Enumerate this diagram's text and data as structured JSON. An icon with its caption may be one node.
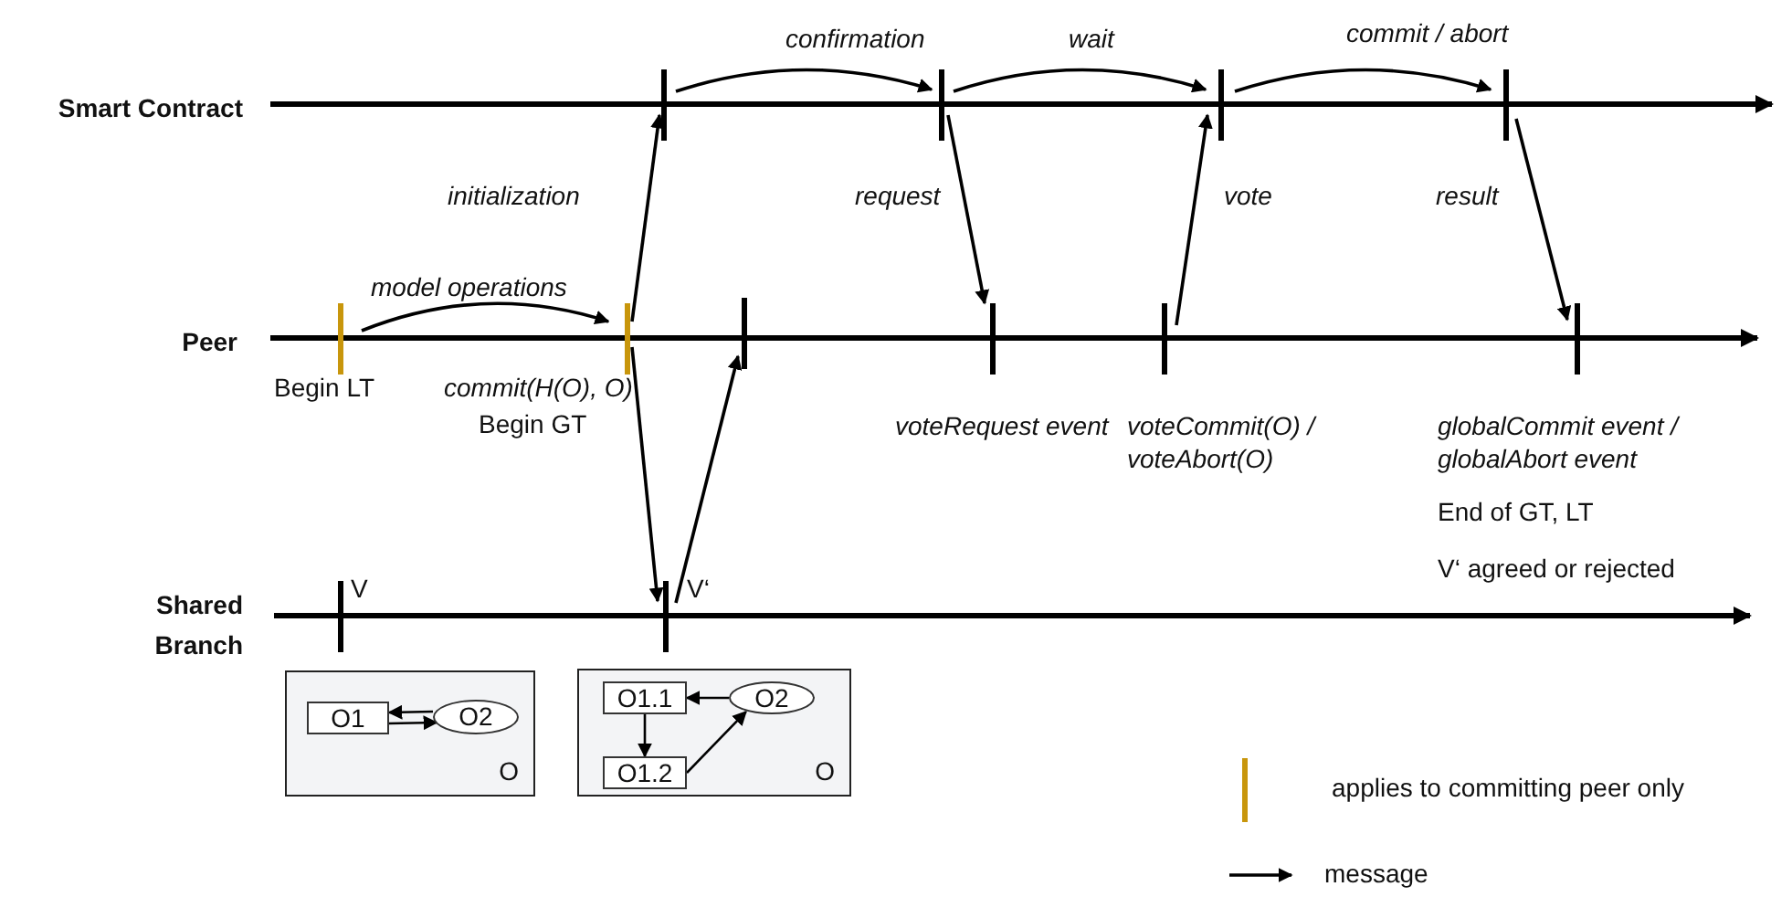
{
  "diagram": {
    "nodes": [
      {
        "text": [],
        "shape": "bar"
      },
      {
        "text": [],
        "shape": "bar"
      },
      {
        "text": [],
        "shape": "bar"
      },
      {
        "text": [],
        "shape": "bar"
      },
      {
        "text": [],
        "shape": "bar",
        "beside": [
          "Begin LT"
        ]
      },
      {
        "text": [],
        "shape": "bar",
        "beside": [
          "commit(H(O), O)",
          "Begin GT"
        ]
      },
      {
        "text": [],
        "shape": "bar"
      },
      {
        "text": [],
        "shape": "bar",
        "beside": [
          "voteRequest event"
        ]
      },
      {
        "text": [],
        "shape": "bar",
        "beside": [
          "voteCommit(O) / voteAbort(O)"
        ]
      },
      {
        "text": [],
        "shape": "bar",
        "beside": [
          "globalCommit event / globalAbort event",
          "End of GT, LT",
          "V‘ agreed or rejected"
        ]
      },
      {
        "text": [],
        "shape": "bar",
        "beside": [
          "V"
        ]
      },
      {
        "text": [],
        "shape": "bar",
        "beside": [
          "V‘"
        ]
      },
      {
        "text": [
          "O"
        ]
      },
      {
        "text": [
          "O1"
        ],
        "in": 12
      },
      {
        "text": [
          "O2"
        ],
        "in": 12
      },
      {
        "text": [
          "O"
        ]
      },
      {
        "text": [
          "O1.1"
        ],
        "in": 15
      },
      {
        "text": [
          "O2"
        ],
        "in": 15
      },
      {
        "text": [
          "O1.2"
        ],
        "in": 15
      }
    ],
    "edges": [
      {
        "from": 4,
        "to": 5,
        "arrow": "to",
        "label": "model operations"
      },
      {
        "from": 5,
        "to": 0,
        "arrow": "to",
        "label": "initialization"
      },
      {
        "from": 0,
        "to": 1,
        "arrow": "to",
        "label": "confirmation"
      },
      {
        "from": 1,
        "to": 7,
        "arrow": "to",
        "label": "request"
      },
      {
        "from": 1,
        "to": 2,
        "arrow": "to",
        "label": "wait"
      },
      {
        "from": 8,
        "to": 2,
        "arrow": "to",
        "label": "vote"
      },
      {
        "from": 2,
        "to": 3,
        "arrow": "to",
        "label": "commit / abort"
      },
      {
        "from": 3,
        "to": 9,
        "arrow": "to",
        "label": "result"
      },
      {
        "from": 5,
        "to": 11,
        "arrow": "to"
      },
      {
        "from": 11,
        "to": 6,
        "arrow": "to"
      },
      {
        "from": 14,
        "to": 13,
        "arrow": "to"
      },
      {
        "from": 13,
        "to": 14,
        "arrow": "to"
      },
      {
        "from": 17,
        "to": 16,
        "arrow": "to"
      },
      {
        "from": 16,
        "to": 18,
        "arrow": "to"
      },
      {
        "from": 18,
        "to": 17,
        "arrow": "to"
      }
    ],
    "labels": [
      "Smart Contract",
      "Peer",
      "Shared Branch"
    ],
    "legend": [
      {
        "text": "applies to committing peer only",
        "color": "#c8960c"
      },
      {
        "text": "message"
      }
    ]
  }
}
